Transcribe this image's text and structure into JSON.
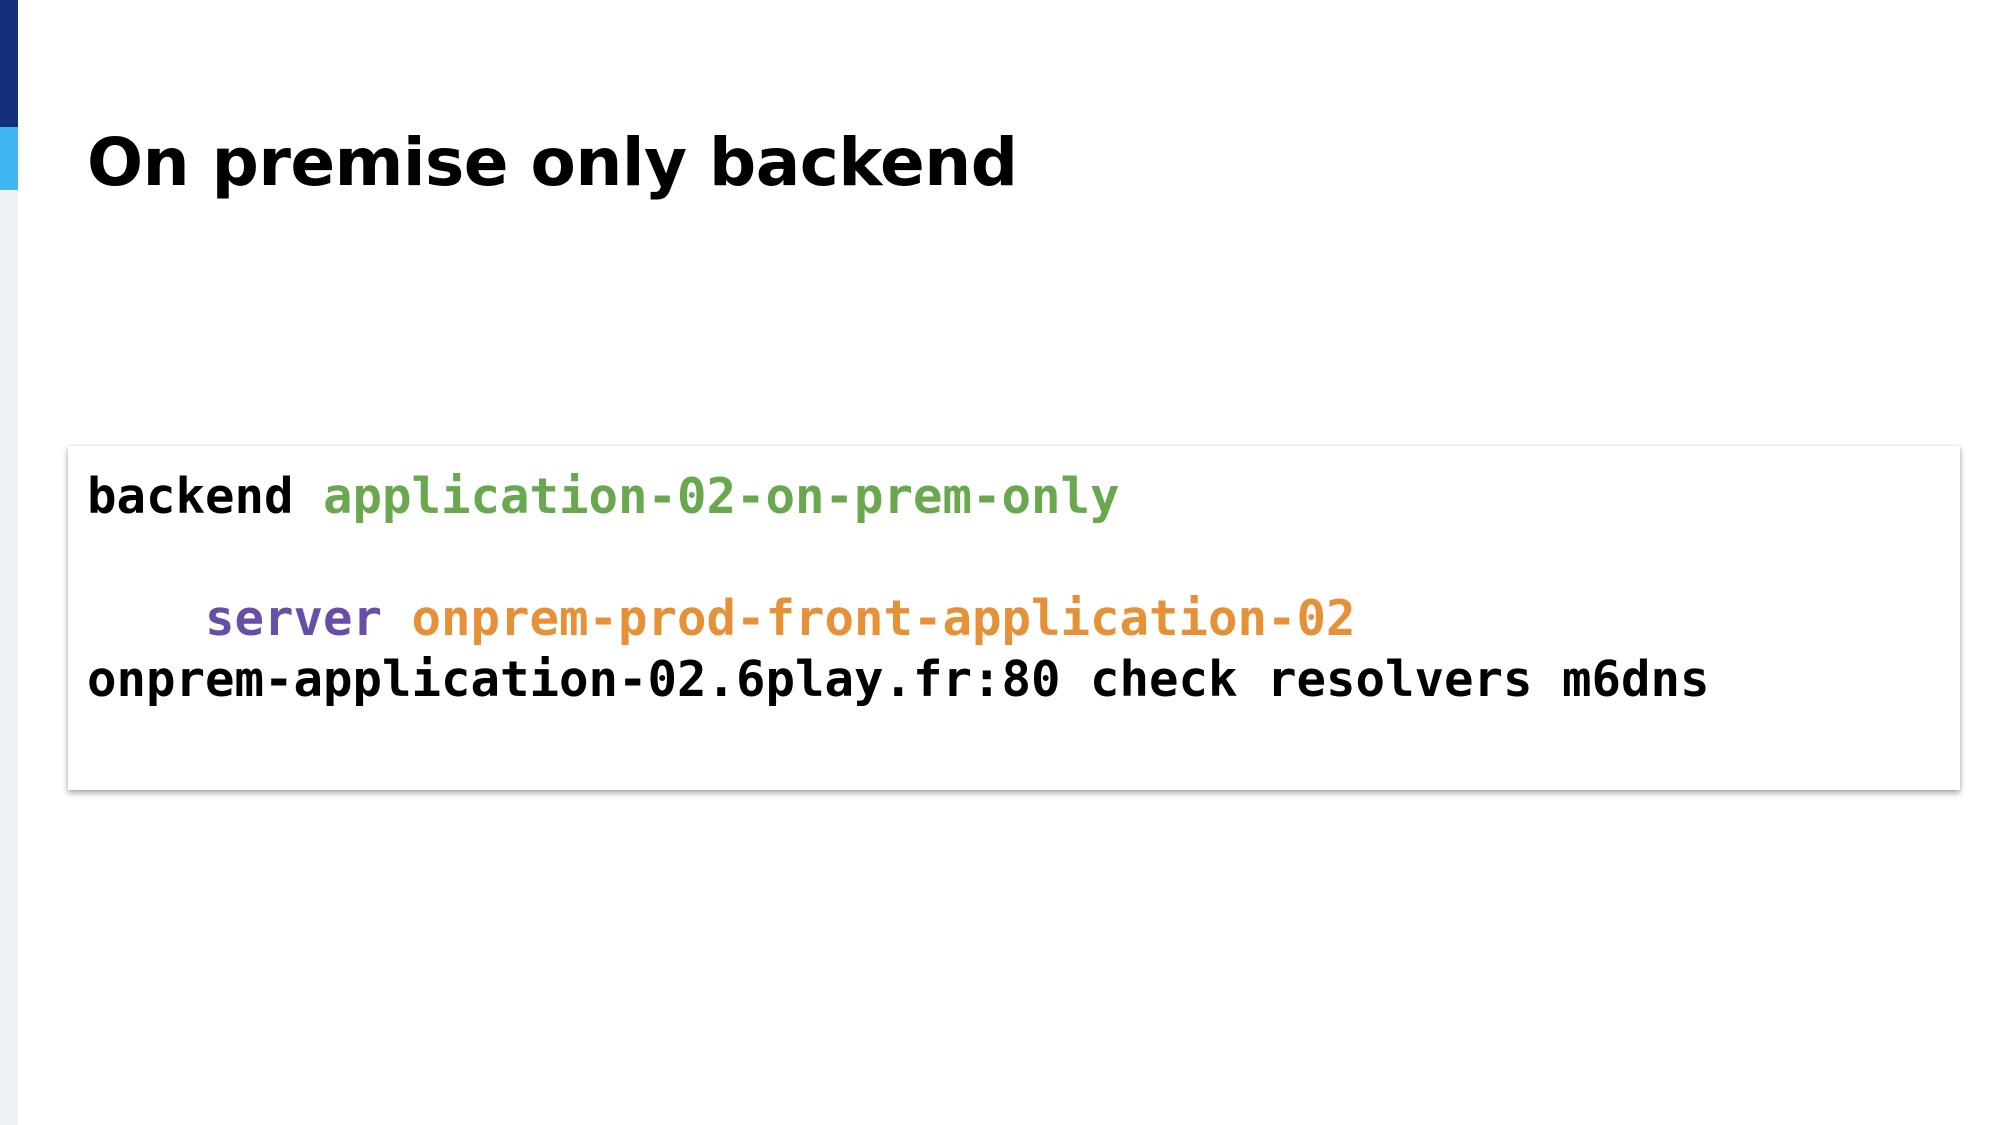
{
  "slide": {
    "title": "On premise only backend"
  },
  "colors": {
    "rail_dark": "#14307a",
    "rail_light": "#3fb6f2",
    "rail_bg": "#eef1f6",
    "code_keyword": "#000000",
    "code_backend_name": "#6aa84f",
    "code_server_keyword": "#674ea7",
    "code_server_name": "#e69138"
  },
  "code": {
    "line1": {
      "keyword": "backend",
      "name": "application-02-on-prem-only"
    },
    "line2": {
      "keyword": "server",
      "name": "onprem-prod-front-application-02"
    },
    "line3": {
      "text": "onprem-application-02.6play.fr:80 check resolvers m6dns"
    }
  }
}
